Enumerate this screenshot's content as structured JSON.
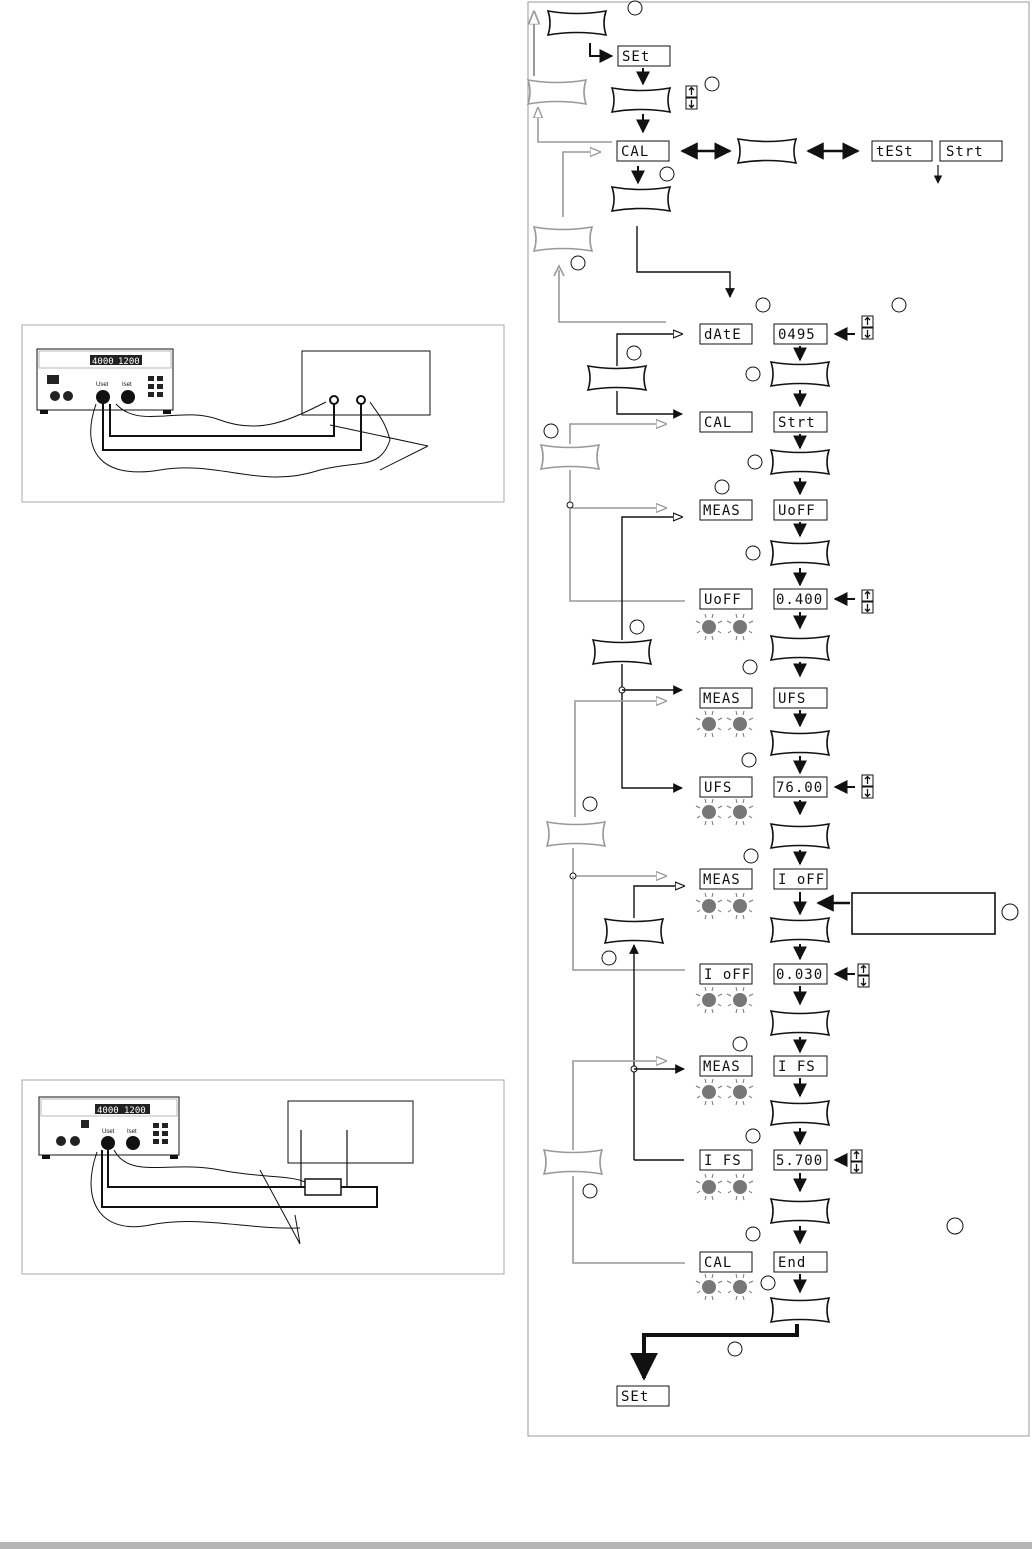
{
  "colors": {
    "line": "#111111",
    "gray_line": "#999999",
    "led": "#777777",
    "footer_bar": "#b5b5b5"
  },
  "displays": {
    "set_top": "SEt",
    "cal_menu": "CAL",
    "test": "tESt",
    "strt_menu": "Strt",
    "date": "dAtE",
    "date_val": "0495",
    "cal_start": "CAL",
    "strt": "Strt",
    "meas1": "MEAS",
    "uoff": "UoFF",
    "uoff_label": "UoFF",
    "uoff_val": "0.400",
    "meas2": "MEAS",
    "ufs": "UFS",
    "ufs_label": "UFS",
    "ufs_val": "76.00",
    "meas3": "MEAS",
    "ioff": "I oFF",
    "ioff_label": "I oFF",
    "ioff_val": "0.030",
    "meas4": "MEAS",
    "ifs": "I FS",
    "ifs_label": "I FS",
    "ifs_val": "5.700",
    "cal_end": "CAL",
    "end": "End",
    "set_bottom": "SEt"
  },
  "instruments": {
    "top_display_left": "4000",
    "top_display_right": "1200",
    "top_knob_left": "Uset",
    "top_knob_right": "Iset",
    "bottom_display_left": "4000",
    "bottom_display_right": "1200",
    "bottom_knob_left": "Uset",
    "bottom_knob_right": "Iset"
  },
  "icons": [
    "up-arrow-icon",
    "down-arrow-icon",
    "blinking-led-icon",
    "numbered-step-circle-icon"
  ]
}
